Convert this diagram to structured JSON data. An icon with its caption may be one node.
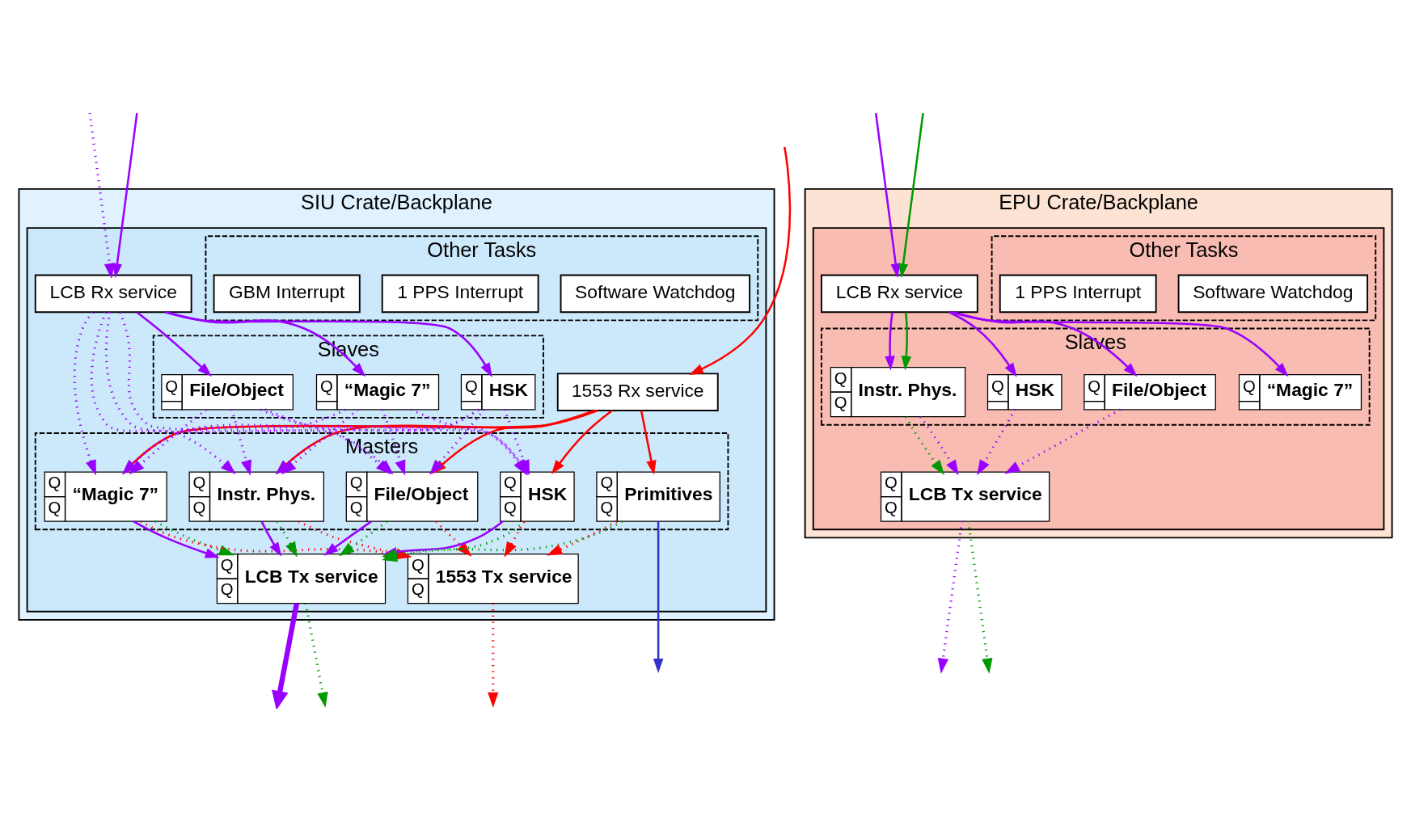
{
  "diagram": {
    "nodes": [
      {
        "text": [
          "SIU Crate/Backplane"
        ]
      },
      {
        "text": [],
        "shape": "box",
        "in": 0
      },
      {
        "text": [
          "1553 Rx service"
        ],
        "in": 1
      },
      {
        "text": [
          "LCB Rx service"
        ],
        "in": 1
      },
      {
        "text": [
          "Other Tasks"
        ],
        "in": 1
      },
      {
        "text": [
          "Software Watchdog"
        ],
        "in": 4
      },
      {
        "text": [
          "1 PPS Interrupt"
        ],
        "in": 4
      },
      {
        "text": [
          "GBM Interrupt"
        ],
        "in": 4
      },
      {
        "text": [
          "Masters"
        ],
        "in": 1
      },
      {
        "text": [
          "Q",
          "Q",
          "“Magic 7”"
        ],
        "in": 8
      },
      {
        "text": [
          "Q",
          "Q",
          "Instr. Phys."
        ],
        "in": 8
      },
      {
        "text": [
          "Q",
          "Q",
          "File/Object"
        ],
        "in": 8
      },
      {
        "text": [
          "Q",
          "Q",
          "HSK"
        ],
        "in": 8
      },
      {
        "text": [
          "Q",
          "Q",
          "Primitives"
        ],
        "in": 8
      },
      {
        "text": [
          "Slaves"
        ],
        "in": 1
      },
      {
        "text": [
          "Q",
          "“Magic 7”"
        ],
        "in": 14
      },
      {
        "text": [
          "Q",
          "File/Object"
        ],
        "in": 14
      },
      {
        "text": [
          "Q",
          "HSK"
        ],
        "in": 14
      },
      {
        "text": [
          "Q",
          "Q",
          "LCB Tx service"
        ],
        "in": 1
      },
      {
        "text": [
          "Q",
          "Q",
          "1553 Tx service"
        ],
        "in": 1
      },
      {
        "text": [
          "EPU Crate/Backplane"
        ]
      },
      {
        "text": [],
        "shape": "box",
        "in": 20
      },
      {
        "text": [
          "LCB Rx service"
        ],
        "in": 21
      },
      {
        "text": [
          "Other Tasks"
        ],
        "in": 21
      },
      {
        "text": [
          "Software Watchdog"
        ],
        "in": 23
      },
      {
        "text": [
          "1 PPS Interrupt"
        ],
        "in": 23
      },
      {
        "text": [
          "Slaves"
        ],
        "in": 21
      },
      {
        "text": [
          "Q",
          "“Magic 7”"
        ],
        "in": 26
      },
      {
        "text": [
          "Q",
          "Q",
          "Instr. Phys."
        ],
        "in": 26
      },
      {
        "text": [
          "Q",
          "File/Object"
        ],
        "in": 26
      },
      {
        "text": [
          "Q",
          "HSK"
        ],
        "in": 26
      },
      {
        "text": [
          "Q",
          "Q",
          "LCB Tx service"
        ],
        "in": 21
      }
    ],
    "edges": [
      {
        "from": null,
        "to": 2,
        "arrow": "to",
        "color": "#ff0000"
      },
      {
        "from": null,
        "to": 3,
        "arrow": "to",
        "style": "dashed",
        "color": "#9900ff"
      },
      {
        "from": null,
        "to": 3,
        "arrow": "to",
        "color": "#9900ff"
      },
      {
        "from": 2,
        "to": 9,
        "arrow": "to",
        "color": "#ff0000"
      },
      {
        "from": 2,
        "to": 10,
        "arrow": "to",
        "color": "#ff0000"
      },
      {
        "from": 2,
        "to": 11,
        "arrow": "to",
        "color": "#ff0000"
      },
      {
        "from": 2,
        "to": 12,
        "arrow": "to",
        "color": "#ff0000"
      },
      {
        "from": 2,
        "to": 13,
        "arrow": "to",
        "color": "#ff0000"
      },
      {
        "from": 3,
        "to": 9,
        "arrow": "to",
        "style": "dashed",
        "color": "#9900ff"
      },
      {
        "from": 3,
        "to": 10,
        "arrow": "to",
        "style": "dashed",
        "color": "#9900ff"
      },
      {
        "from": 3,
        "to": 11,
        "arrow": "to",
        "style": "dashed",
        "color": "#9900ff"
      },
      {
        "from": 3,
        "to": 12,
        "arrow": "to",
        "style": "dashed",
        "color": "#9900ff"
      },
      {
        "from": 3,
        "to": 15,
        "arrow": "to",
        "color": "#9900ff"
      },
      {
        "from": 3,
        "to": 16,
        "arrow": "to",
        "color": "#9900ff"
      },
      {
        "from": 3,
        "to": 17,
        "arrow": "to",
        "color": "#9900ff"
      },
      {
        "from": 15,
        "to": 9,
        "arrow": "to",
        "style": "dashed",
        "color": "#9900ff"
      },
      {
        "from": 15,
        "to": 10,
        "arrow": "to",
        "style": "dashed",
        "color": "#9900ff"
      },
      {
        "from": 15,
        "to": 11,
        "arrow": "to",
        "style": "dashed",
        "color": "#9900ff"
      },
      {
        "from": 15,
        "to": 12,
        "arrow": "to",
        "style": "dashed",
        "color": "#9900ff"
      },
      {
        "from": 16,
        "to": 9,
        "arrow": "to",
        "style": "dashed",
        "color": "#9900ff"
      },
      {
        "from": 16,
        "to": 10,
        "arrow": "to",
        "style": "dashed",
        "color": "#9900ff"
      },
      {
        "from": 16,
        "to": 11,
        "arrow": "to",
        "style": "dashed",
        "color": "#9900ff"
      },
      {
        "from": 16,
        "to": 12,
        "arrow": "to",
        "style": "dashed",
        "color": "#9900ff"
      },
      {
        "from": 17,
        "to": 9,
        "arrow": "to",
        "style": "dashed",
        "color": "#9900ff"
      },
      {
        "from": 17,
        "to": 10,
        "arrow": "to",
        "style": "dashed",
        "color": "#9900ff"
      },
      {
        "from": 17,
        "to": 11,
        "arrow": "to",
        "style": "dashed",
        "color": "#9900ff"
      },
      {
        "from": 17,
        "to": 12,
        "arrow": "to",
        "style": "dashed",
        "color": "#9900ff"
      },
      {
        "from": 9,
        "to": 18,
        "arrow": "to",
        "color": "#9900ff"
      },
      {
        "from": 10,
        "to": 18,
        "arrow": "to",
        "color": "#9900ff"
      },
      {
        "from": 11,
        "to": 18,
        "arrow": "to",
        "color": "#9900ff"
      },
      {
        "from": 12,
        "to": 18,
        "arrow": "to",
        "color": "#9900ff"
      },
      {
        "from": 9,
        "to": 19,
        "arrow": "to",
        "style": "dashed",
        "color": "#ff0000"
      },
      {
        "from": 10,
        "to": 19,
        "arrow": "to",
        "style": "dashed",
        "color": "#ff0000"
      },
      {
        "from": 11,
        "to": 19,
        "arrow": "to",
        "style": "dashed",
        "color": "#ff0000"
      },
      {
        "from": 12,
        "to": 19,
        "arrow": "to",
        "style": "dashed",
        "color": "#ff0000"
      },
      {
        "from": 13,
        "to": 19,
        "arrow": "to",
        "style": "dashed",
        "color": "#ff0000"
      },
      {
        "from": 9,
        "to": 18,
        "arrow": "to",
        "style": "dashed",
        "color": "#009900"
      },
      {
        "from": 10,
        "to": 18,
        "arrow": "to",
        "style": "dashed",
        "color": "#009900"
      },
      {
        "from": 11,
        "to": 18,
        "arrow": "to",
        "style": "dashed",
        "color": "#009900"
      },
      {
        "from": 12,
        "to": 18,
        "arrow": "to",
        "style": "dashed",
        "color": "#009900"
      },
      {
        "from": 13,
        "to": 18,
        "arrow": "to",
        "style": "dashed",
        "color": "#009900"
      },
      {
        "from": 13,
        "to": null,
        "arrow": "to",
        "color": "#3333cc"
      },
      {
        "from": 19,
        "to": null,
        "arrow": "to",
        "style": "dashed",
        "color": "#ff0000"
      },
      {
        "from": 18,
        "to": null,
        "arrow": "to",
        "style": "dashed",
        "color": "#009900"
      },
      {
        "from": 18,
        "to": null,
        "arrow": "to",
        "style": "thick",
        "color": "#9900ff"
      },
      {
        "from": null,
        "to": 22,
        "arrow": "to",
        "color": "#9900ff"
      },
      {
        "from": null,
        "to": 22,
        "arrow": "to",
        "color": "#009900"
      },
      {
        "from": 22,
        "to": 27,
        "arrow": "to",
        "color": "#9900ff"
      },
      {
        "from": 22,
        "to": 28,
        "arrow": "to",
        "color": "#9900ff"
      },
      {
        "from": 22,
        "to": 29,
        "arrow": "to",
        "color": "#9900ff"
      },
      {
        "from": 22,
        "to": 30,
        "arrow": "to",
        "color": "#9900ff"
      },
      {
        "from": 22,
        "to": 28,
        "arrow": "to",
        "color": "#009900"
      },
      {
        "from": 28,
        "to": 31,
        "arrow": "to",
        "style": "dashed",
        "color": "#009900"
      },
      {
        "from": 28,
        "to": 31,
        "arrow": "to",
        "style": "dashed",
        "color": "#9900ff"
      },
      {
        "from": 29,
        "to": 31,
        "arrow": "to",
        "style": "dashed",
        "color": "#9900ff"
      },
      {
        "from": 30,
        "to": 31,
        "arrow": "to",
        "style": "dashed",
        "color": "#9900ff"
      },
      {
        "from": 31,
        "to": null,
        "arrow": "to",
        "style": "dashed",
        "color": "#009900"
      },
      {
        "from": 31,
        "to": null,
        "arrow": "to",
        "style": "dashed",
        "color": "#9900ff"
      }
    ]
  }
}
